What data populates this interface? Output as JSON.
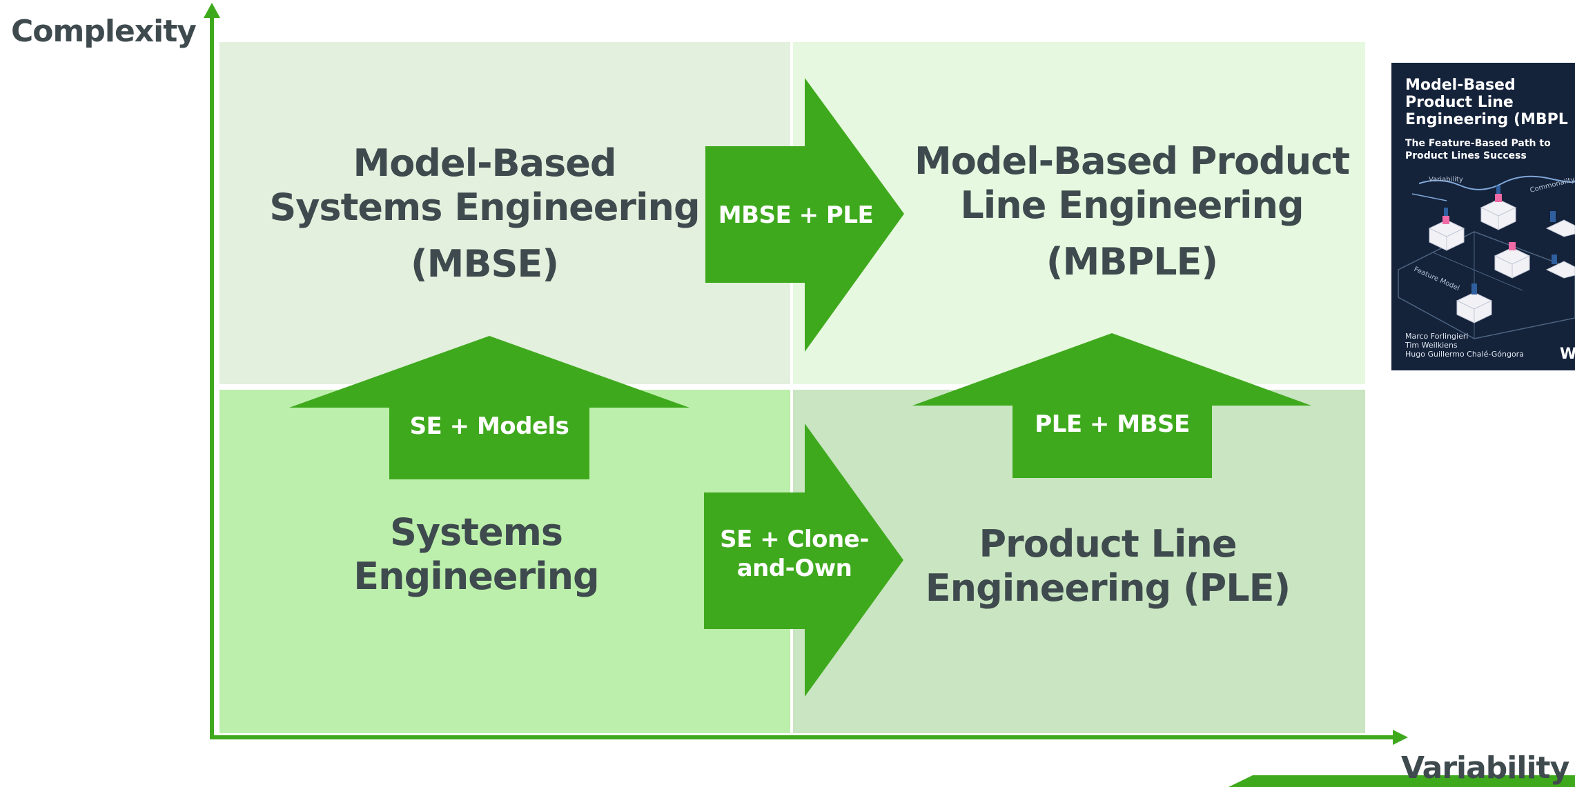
{
  "axes": {
    "y_label": "Complexity",
    "x_label": "Variability"
  },
  "quadrants": {
    "top_left": [
      "Model-Based",
      "Systems Engineering",
      "(MBSE)"
    ],
    "top_right": [
      "Model-Based Product",
      "Line Engineering",
      "(MBPLE)"
    ],
    "bottom_left": [
      "Systems",
      "Engineering"
    ],
    "bottom_right": [
      "Product Line",
      "Engineering (PLE)"
    ]
  },
  "arrows": {
    "top_horizontal": [
      "MBSE + PLE"
    ],
    "bottom_horizontal": [
      "SE + Clone-",
      "and-Own"
    ],
    "left_vertical": [
      "SE + Models"
    ],
    "right_vertical": [
      "PLE + MBSE"
    ]
  },
  "book": {
    "title_lines": [
      "Model-Based",
      "Product Line",
      "Engineering (MBPL"
    ],
    "subtitle_lines": [
      "The Feature-Based Path to",
      "Product Lines Success"
    ],
    "label_variability": "Variability",
    "label_commonality": "Commonality",
    "label_feature_model": "Feature Model",
    "authors": [
      "Marco Forlingieri",
      "Tim Weilkiens",
      "Hugo Guillermo Chalé-Góngora"
    ],
    "publisher_mark": "W"
  },
  "colors": {
    "accent_green": "#3fa91d",
    "text_dark": "#3e4a4e",
    "book_background": "#14223a"
  }
}
